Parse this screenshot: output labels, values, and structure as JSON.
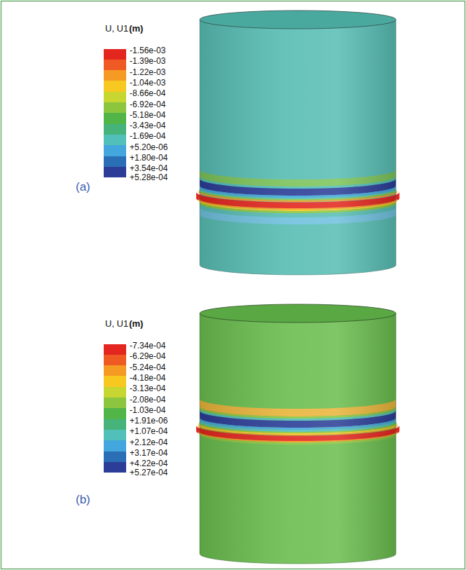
{
  "diagram": {
    "labels": [
      "U, U1",
      "(m)",
      "+5.28e-04",
      "(a)",
      "U, U1",
      "(m)",
      "+5.27e-04",
      "(b)"
    ],
    "legend": [
      {
        "text": "-1.56e-03",
        "color": "#e3261f"
      },
      {
        "text": "-1.39e-03",
        "color": "#ef5a24"
      },
      {
        "text": "-1.22e-03",
        "color": "#f59a23"
      },
      {
        "text": "-1.04e-03",
        "color": "#f7c920"
      },
      {
        "text": "-8.66e-04",
        "color": "#c7d631"
      },
      {
        "text": "-6.92e-04",
        "color": "#8cc63f"
      },
      {
        "text": "-5.18e-04",
        "color": "#52b548"
      },
      {
        "text": "-3.43e-04",
        "color": "#46b47a"
      },
      {
        "text": "-1.69e-04",
        "color": "#51c0b8"
      },
      {
        "text": "+5.20e-06",
        "color": "#43a6dc"
      },
      {
        "text": "+1.80e-04",
        "color": "#2a6fb5"
      },
      {
        "text": "+3.54e-04",
        "color": "#2b3d97"
      },
      {
        "text": "-7.34e-04",
        "color": "#e3261f"
      },
      {
        "text": "-6.29e-04",
        "color": "#ef5a24"
      },
      {
        "text": "-5.24e-04",
        "color": "#f59a23"
      },
      {
        "text": "-4.18e-04",
        "color": "#f7c920"
      },
      {
        "text": "-3.13e-04",
        "color": "#c7d631"
      },
      {
        "text": "-2.08e-04",
        "color": "#8cc63f"
      },
      {
        "text": "-1.03e-04",
        "color": "#52b548"
      },
      {
        "text": "+1.91e-06",
        "color": "#46b47a"
      },
      {
        "text": "+1.07e-04",
        "color": "#51c0b8"
      },
      {
        "text": "+2.12e-04",
        "color": "#43a6dc"
      },
      {
        "text": "+3.17e-04",
        "color": "#2a6fb5"
      },
      {
        "text": "+4.22e-04",
        "color": "#2b3d97"
      }
    ]
  }
}
